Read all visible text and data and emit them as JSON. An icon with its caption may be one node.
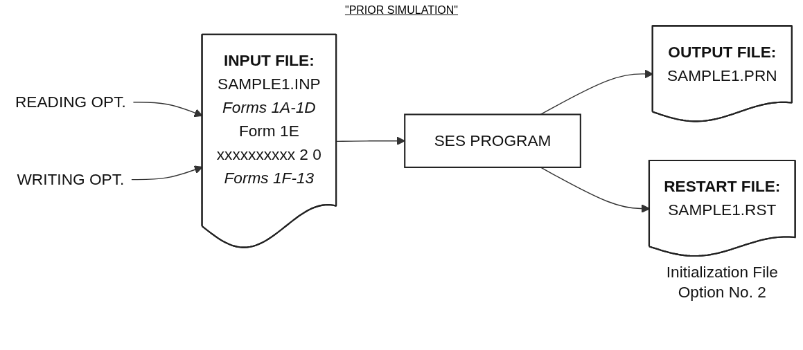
{
  "diagram": {
    "title": "\"PRIOR SIMULATION\"",
    "nodes": [
      {
        "text": [
          "INPUT FILE:",
          "SAMPLE1.INP",
          "Forms 1A-1D",
          "Form 1E",
          "xxxxxxxxxx 2 0",
          "Forms 1F-13"
        ]
      },
      {
        "text": [
          "SES PROGRAM"
        ]
      },
      {
        "text": [
          "OUTPUT FILE:",
          "SAMPLE1.PRN"
        ]
      },
      {
        "text": [
          "RESTART FILE:",
          "SAMPLE1.RST"
        ],
        "beside": [
          "Initialization File Option No. 2"
        ]
      },
      {
        "text": [
          "READING OPT."
        ]
      },
      {
        "text": [
          "WRITING OPT."
        ]
      }
    ],
    "edges": [
      {
        "from": 0,
        "to": 1,
        "arrow": "to"
      },
      {
        "from": 1,
        "to": 2,
        "arrow": "to"
      },
      {
        "from": 1,
        "to": 3,
        "arrow": "to"
      },
      {
        "from": 4,
        "to": 0,
        "arrow": "to"
      },
      {
        "from": 5,
        "to": 0,
        "arrow": "to"
      }
    ]
  }
}
